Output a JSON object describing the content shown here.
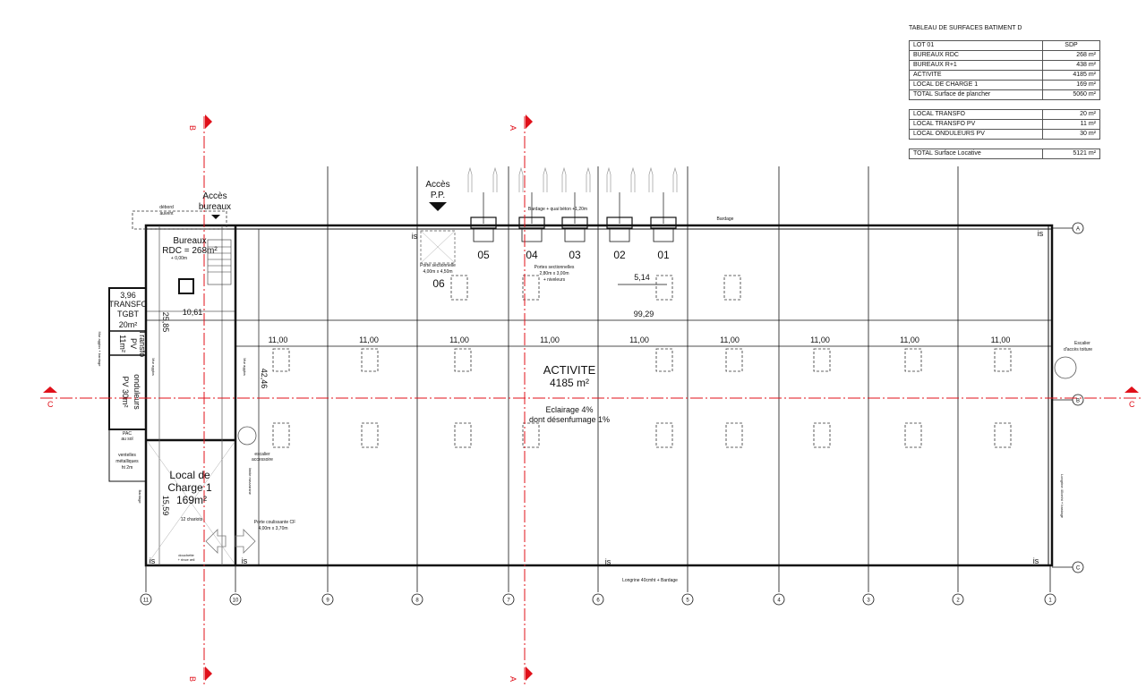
{
  "table": {
    "title": "TABLEAU DE SURFACES BATIMENT D",
    "header": {
      "label": "LOT 01",
      "value": "SDP"
    },
    "rows": [
      {
        "label": "BUREAUX  RDC",
        "value": "268 m²"
      },
      {
        "label": "BUREAUX  R+1",
        "value": "438 m²"
      },
      {
        "label": "ACTIVITE",
        "value": "4185 m²"
      },
      {
        "label": "LOCAL DE CHARGE 1",
        "value": "169 m²"
      },
      {
        "label": "TOTAL  Surface de plancher",
        "value": "5060 m²"
      }
    ],
    "rows2": [
      {
        "label": "LOCAL TRANSFO",
        "value": "20 m²"
      },
      {
        "label": "LOCAL TRANSFO PV",
        "value": "11 m²"
      },
      {
        "label": "LOCAL ONDULEURS PV",
        "value": "30 m²"
      }
    ],
    "total": {
      "label": "TOTAL  Surface Locative",
      "value": "5121 m²"
    }
  },
  "sections": {
    "a": "A",
    "b": "B",
    "c": "C"
  },
  "grid": {
    "columns": [
      "11",
      "10",
      "9",
      "8",
      "7",
      "6",
      "5",
      "4",
      "3",
      "2",
      "1"
    ],
    "rows": [
      "A",
      "B",
      "C"
    ]
  },
  "labels": {
    "acces_bureaux_1": "Accès",
    "acces_bureaux_2": "bureaux",
    "debord_1": "débord",
    "debord_2": "auvent",
    "bureaux_1": "Bureaux",
    "bureaux_2": "RDC = 268m²",
    "bureaux_level": "+ 0,00m",
    "transfo_dim": "3,96",
    "transfo_1": "TRANSFO",
    "transfo_2": "TGBT",
    "transfo_3": "20m²",
    "transfo_pv_1": "Transfo",
    "transfo_pv_2": "PV",
    "transfo_pv_3": "11m²",
    "onduleurs_1": "onduleurs",
    "onduleurs_2": "PV 30m²",
    "mur_agglos_bardage": "Mur agglos + bardage",
    "mur_agglos": "Mur agglos",
    "pac_1": "PAC",
    "pac_2": "au sol",
    "ventelles_1": "ventelles",
    "ventelles_2": "métalliques",
    "ventelles_3": "ht 2m",
    "bardage": "Bardage",
    "local_charge_1": "Local de",
    "local_charge_2": "Charge 1",
    "local_charge_3": "169m²",
    "chariots": "12 chariots",
    "douchette": "douchette",
    "douchette_2": "+ rince œil",
    "dim_25_85": "25,85",
    "dim_10_61": "10,61",
    "dim_42_46": "42,46",
    "dim_15_59": "15,59",
    "dim_99_29": "99,29",
    "dim_5_14": "5,14",
    "dim_11": "11,00",
    "escalier_acc_1": "escalier",
    "escalier_acc_2": "accessoire",
    "mezzanine": "limite mezzanine",
    "porte_cf_1": "Porte coulissante CF",
    "porte_cf_2": "4,00m x 3,70m",
    "acces_pp_1": "Accès",
    "acces_pp_2": "P.P.",
    "porte_06_1": "Porte sectionnelle",
    "porte_06_2": "4,00m x 4,50m",
    "dock_06": "06",
    "docks": [
      "05",
      "04",
      "03",
      "02",
      "01"
    ],
    "bardage_quai": "Bardage + quai béton +1,20m",
    "portes_1": "Portes sectionnelles",
    "portes_2": "2,80m x 3,00m",
    "portes_3": "+ niveleurs",
    "bardage_top": "Bardage",
    "activite_1": "ACTIVITE",
    "activite_2": "4185 m²",
    "eclairage_1": "Eclairage 4%",
    "eclairage_2": "dont désenfumage 1%",
    "escalier_toit_1": "Escalier",
    "escalier_toit_2": "d'accès toiture",
    "longrine_right": "Longrine 40cmht + bardage",
    "longrine_bottom": "Longrine 40cmht + Bardage",
    "is": "is"
  },
  "colors": {
    "section_line": "#e0101a",
    "wall": "#111111"
  }
}
